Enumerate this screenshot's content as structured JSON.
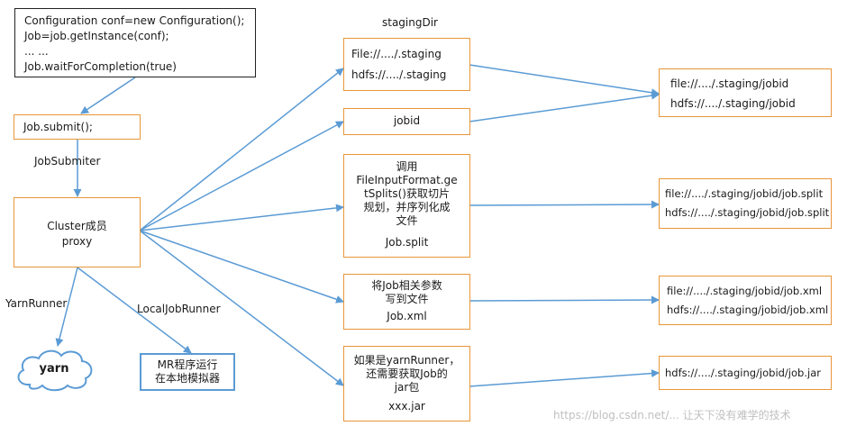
{
  "code_box": {
    "lines": [
      "Configuration conf=new Configuration();",
      "Job=job.getInstance(conf);",
      "... ...",
      "Job.waitForCompletion(true)"
    ]
  },
  "submit_box": {
    "text": "Job.submit();"
  },
  "job_submitter_label": "JobSubmiter",
  "cluster_box": {
    "line1": "Cluster成员",
    "line2": "proxy"
  },
  "yarn_runner_label": "YarnRunner",
  "local_runner_label": "LocalJobRunner",
  "yarn_cloud": "yarn",
  "local_box": {
    "line1": "MR程序运行",
    "line2": "在本地模拟器"
  },
  "staging_label": "stagingDir",
  "staging_box": {
    "line1": "File://..../.staging",
    "line2": "hdfs://..../.staging"
  },
  "jobid_box": {
    "text": "jobid"
  },
  "split_box": {
    "line1": "调用",
    "line2": "FileInputFormat.ge",
    "line3": "tSplits()获取切片",
    "line4": "规划，并序列化成",
    "line5": "文件",
    "line6": "Job.split"
  },
  "xml_box": {
    "line1": "将Job相关参数",
    "line2": "写到文件",
    "line3": "Job.xml"
  },
  "jar_box": {
    "line1": "如果是yarnRunner，",
    "line2": "还需要获取Job的",
    "line3": "jar包",
    "line4": "xxx.jar"
  },
  "out_jobid": {
    "line1": "file://..../.staging/jobid",
    "line2": "hdfs://..../.staging/jobid"
  },
  "out_split": {
    "line1": "file://..../.staging/jobid/job.split",
    "line2": "hdfs://..../.staging/jobid/job.split"
  },
  "out_xml": {
    "line1": "file://..../.staging/jobid/job.xml",
    "line2": "hdfs://..../.staging/jobid/job.xml"
  },
  "out_jar": {
    "line1": "hdfs://..../.staging/jobid/job.jar"
  },
  "watermark": "https://blog.csdn.net/... 让天下没有难学的技术",
  "colors": {
    "box_border": "#e8963a",
    "arrow": "#5b9bd5",
    "local_border": "#5b9bd5"
  }
}
